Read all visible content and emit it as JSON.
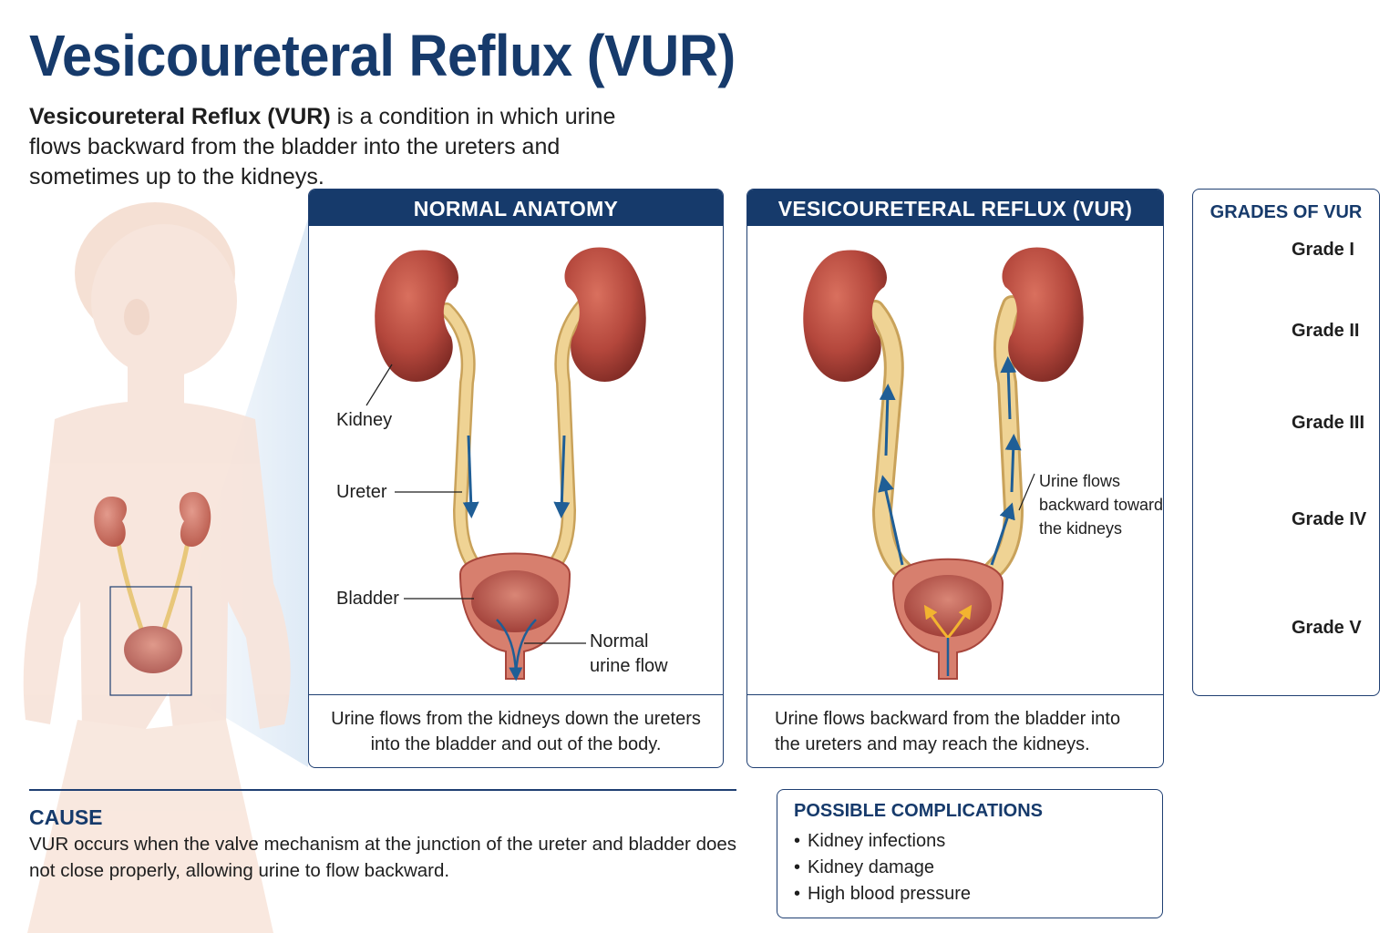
{
  "title": "Vesicoureteral Reflux (VUR)",
  "intro": {
    "bold": "Vesicoureteral Reflux (VUR)",
    "rest": " is a condition in which urine flows backward from the bladder into the ureters and sometimes up to the kidneys."
  },
  "normal_panel": {
    "heading": "NORMAL ANATOMY",
    "labels": {
      "kidney": "Kidney",
      "ureter": "Ureter",
      "bladder": "Bladder",
      "flow_line1": "Normal",
      "flow_line2": "urine flow"
    },
    "caption": "Urine flows from the kidneys down the ureters into the bladder and out of the body."
  },
  "vur_panel": {
    "heading": "VESICOURETERAL REFLUX (VUR)",
    "annotation": [
      "Urine flows",
      "backward toward",
      "the kidneys"
    ],
    "caption": "Urine flows backward from the bladder into the ureters and may reach the kidneys."
  },
  "grades": {
    "heading": "GRADES OF VUR",
    "items": [
      "Grade I",
      "Grade II",
      "Grade III",
      "Grade IV",
      "Grade V"
    ]
  },
  "cause": {
    "heading": "CAUSE",
    "text": "VUR occurs when the valve mechanism at the junction of the ureter and bladder does not close properly, allowing urine to flow backward."
  },
  "complications": {
    "heading": "POSSIBLE COMPLICATIONS",
    "items": [
      "Kidney infections",
      "Kidney damage",
      "High blood pressure"
    ]
  },
  "colors": {
    "navy": "#163a6b",
    "kidney": "#b4473c",
    "ureter": "#e8c77a",
    "arrow": "#1f5e96",
    "skin": "#f7e3d9"
  }
}
